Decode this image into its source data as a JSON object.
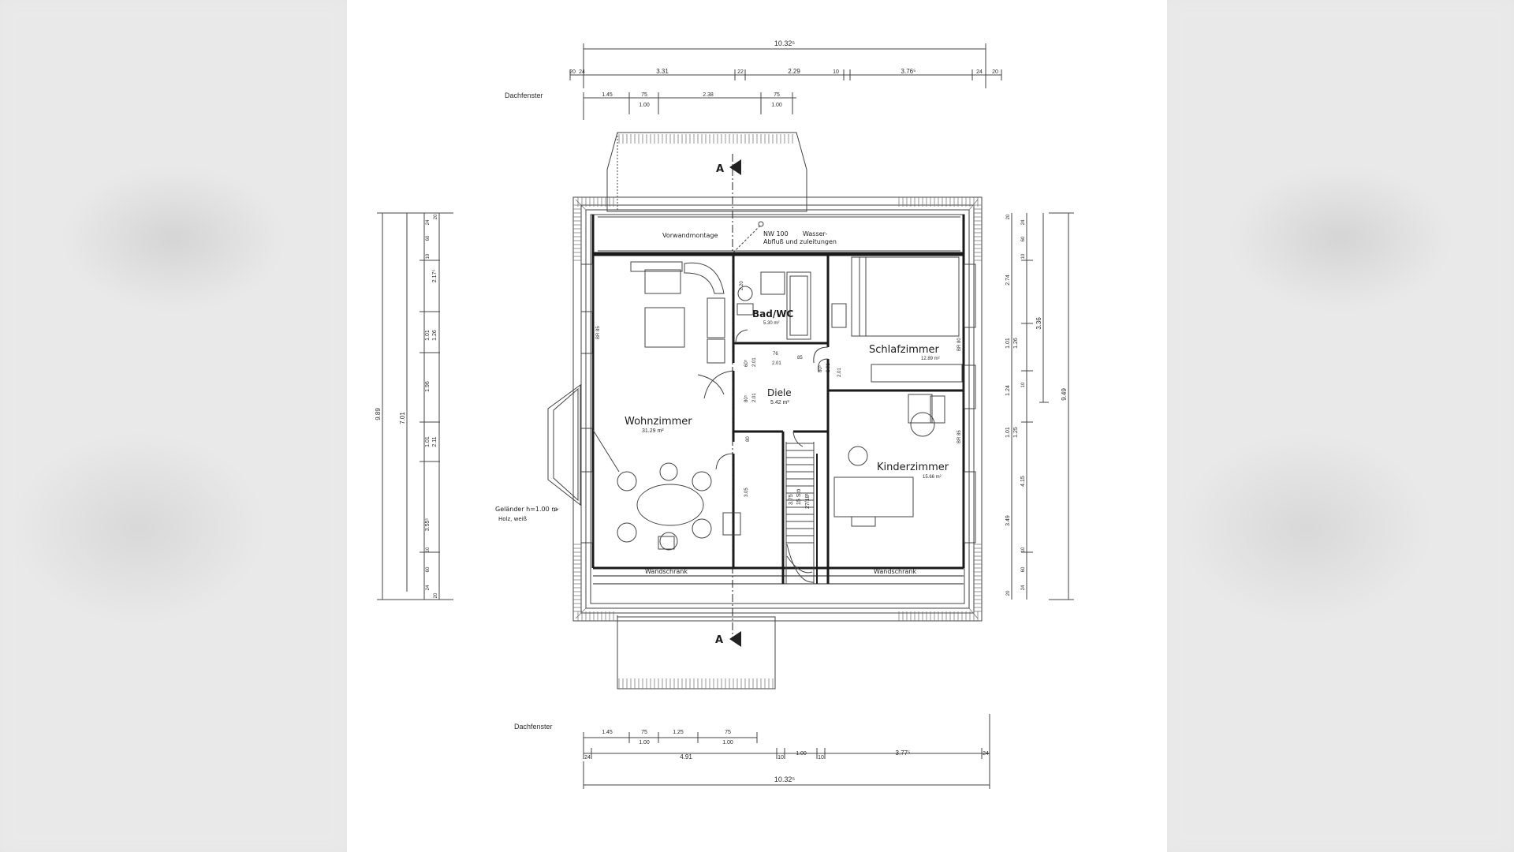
{
  "sheet": {
    "top": {
      "overall": "10.32⁵",
      "segments": [
        "20",
        "24",
        "3.31",
        "22",
        "2.29",
        "10",
        "3.76⁵",
        "24",
        "20"
      ],
      "window_label": "Dachfenster",
      "window_dims": [
        "1.45",
        "75",
        "1.00",
        "2.38",
        "75",
        "1.00"
      ]
    },
    "bottom": {
      "window_label": "Dachfenster",
      "window_dims": [
        "1.45",
        "75",
        "1.00",
        "1.25",
        "75",
        "1.00"
      ],
      "segments": [
        "24",
        "4.91",
        "10",
        "1.00",
        "10",
        "3.77⁵",
        "24"
      ],
      "overall": "10.32⁵"
    },
    "left": {
      "overall": "9.89",
      "sub": "7.01",
      "dims": [
        "20",
        "24",
        "60",
        "10",
        "2.17⁵",
        "1.01",
        "1.26",
        "1.96",
        "1.01",
        "2.11",
        "3.55⁵",
        "10",
        "60",
        "24",
        "20"
      ]
    },
    "right": {
      "overall": "9.49",
      "sub": "3.36",
      "dims": [
        "20",
        "24",
        "60",
        "10",
        "2.74",
        "1.01",
        "1.26",
        "1.24",
        "10",
        "1.01",
        "1.25",
        "4.15",
        "3.49",
        "10",
        "60",
        "24",
        "20"
      ]
    },
    "section_marks": [
      "A",
      "A"
    ],
    "rooms": {
      "bath": {
        "name": "Bad/WC",
        "area": "5.30 m²"
      },
      "bedroom": {
        "name": "Schlafzimmer",
        "area": "12.89 m²"
      },
      "hall": {
        "name": "Diele",
        "area": "5.42 m²"
      },
      "living": {
        "name": "Wohnzimmer",
        "area": "31.29 m²"
      },
      "kids": {
        "name": "Kinderzimmer",
        "area": "15.66 m²"
      }
    },
    "notes": {
      "pre_wall": "Vorwandmontage",
      "nw_line1": "NW 100",
      "nw_line2": "Wasser-",
      "nw_line3": "Abfluß  und zuleitungen",
      "railing1": "Geländer h=1.00 m",
      "railing2": "Holz, weiß",
      "wardrobe_left": "Wandschrank",
      "wardrobe_right": "Wandschrank",
      "stairs": [
        "3.75",
        "15 Stö",
        "27/18¹"
      ],
      "br_left": "BR 85",
      "br_right1": "BR 80",
      "br_right2": "BR 85",
      "door_dims": [
        "76",
        "2.01",
        "85",
        "2.01",
        "60⁵",
        "2.01",
        "80⁵",
        "2.01",
        "80⁵",
        "2.01",
        "80",
        "2.20",
        "3.05"
      ]
    }
  }
}
